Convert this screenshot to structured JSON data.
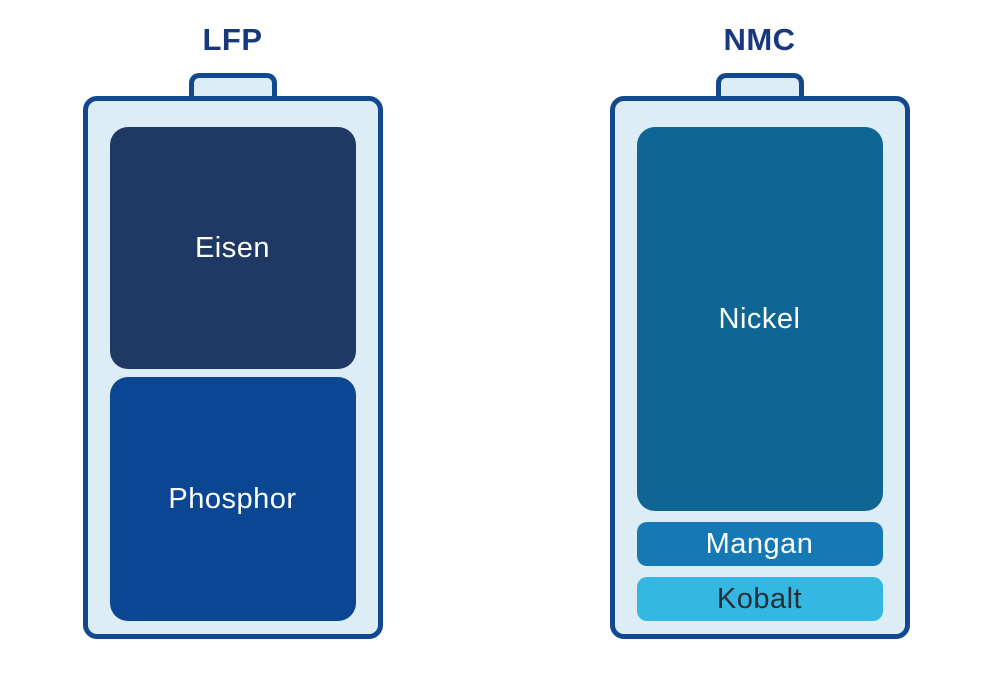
{
  "page": {
    "background": "#FFFFFF"
  },
  "colors": {
    "title_text": "#17387E",
    "battery_fill": "#DCEDF5",
    "battery_border": "#114890",
    "eisen_fill": "#1F3864",
    "phosphor_fill": "#0B4693",
    "nickel_fill": "#0F6695",
    "mangan_fill": "#1579B6",
    "kobalt_fill": "#35B7E3",
    "label_light": "#FFFFFF",
    "label_dark": "#272E36"
  },
  "batteries": [
    {
      "title": "LFP",
      "segments": [
        {
          "label": "Eisen",
          "proportion": 0.5
        },
        {
          "label": "Phosphor",
          "proportion": 0.5
        }
      ]
    },
    {
      "title": "NMC",
      "segments": [
        {
          "label": "Nickel",
          "proportion": 0.8
        },
        {
          "label": "Mangan",
          "proportion": 0.1
        },
        {
          "label": "Kobalt",
          "proportion": 0.1
        }
      ]
    }
  ]
}
